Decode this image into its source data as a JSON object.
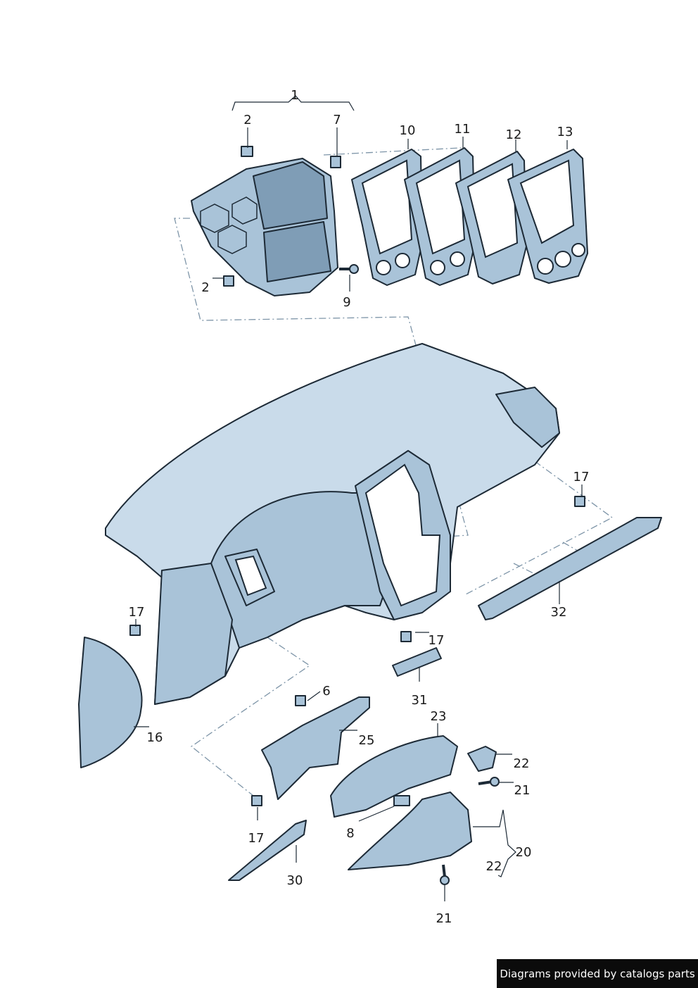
{
  "callouts": [
    {
      "id": "c1",
      "label": "1"
    },
    {
      "id": "c2a",
      "label": "2"
    },
    {
      "id": "c7",
      "label": "7"
    },
    {
      "id": "c10",
      "label": "10"
    },
    {
      "id": "c11",
      "label": "11"
    },
    {
      "id": "c12",
      "label": "12"
    },
    {
      "id": "c13",
      "label": "13"
    },
    {
      "id": "c2b",
      "label": "2"
    },
    {
      "id": "c9",
      "label": "9"
    },
    {
      "id": "c17a",
      "label": "17"
    },
    {
      "id": "c32",
      "label": "32"
    },
    {
      "id": "c17b",
      "label": "17"
    },
    {
      "id": "c16",
      "label": "16"
    },
    {
      "id": "c17c",
      "label": "17"
    },
    {
      "id": "c31",
      "label": "31"
    },
    {
      "id": "c6",
      "label": "6"
    },
    {
      "id": "c23",
      "label": "23"
    },
    {
      "id": "c25",
      "label": "25"
    },
    {
      "id": "c22a",
      "label": "22"
    },
    {
      "id": "c21a",
      "label": "21"
    },
    {
      "id": "c8",
      "label": "8"
    },
    {
      "id": "c17d",
      "label": "17"
    },
    {
      "id": "c20",
      "label": "20"
    },
    {
      "id": "c22b",
      "label": "22"
    },
    {
      "id": "c30",
      "label": "30"
    },
    {
      "id": "c21b",
      "label": "21"
    }
  ],
  "footer": {
    "credit": "Diagrams provided by catalogs parts"
  }
}
